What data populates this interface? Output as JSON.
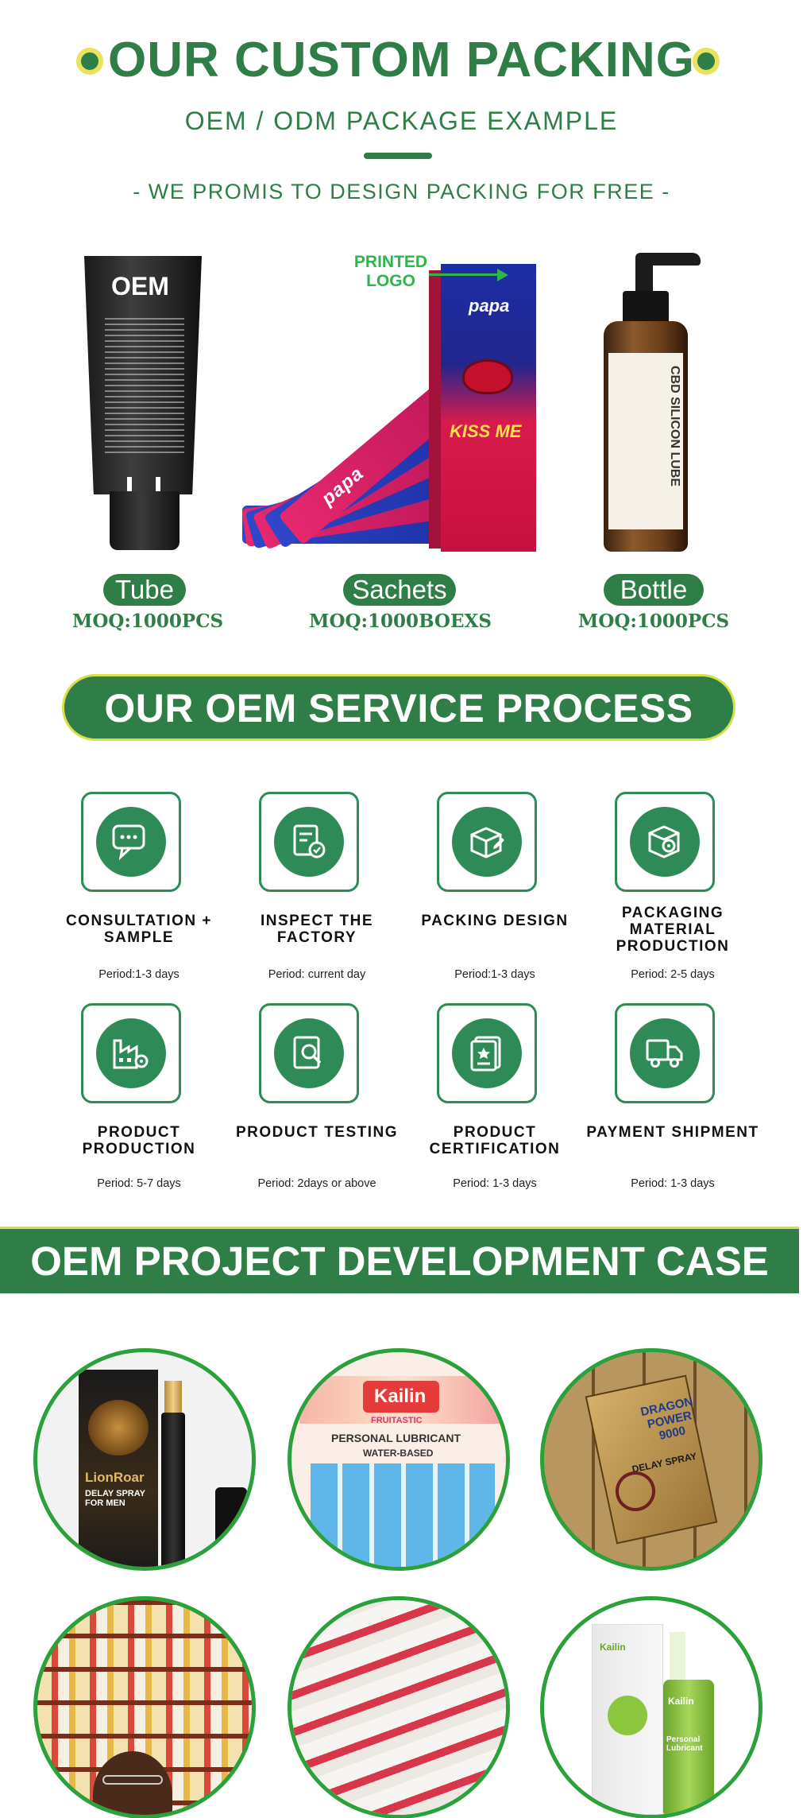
{
  "header": {
    "title": "OUR CUSTOM PACKING",
    "subtitle": "OEM / ODM PACKAGE EXAMPLE",
    "promise": "- WE PROMIS TO DESIGN PACKING FOR FREE -"
  },
  "products": [
    {
      "name": "Tube",
      "moq": "MOQ:1000PCS",
      "print": "OEM"
    },
    {
      "name": "Sachets",
      "moq": "MOQ:1000BOEXS",
      "callout": "PRINTED LOGO",
      "brand": "papa",
      "box_text": "KISS ME"
    },
    {
      "name": "Bottle",
      "moq": "MOQ:1000PCS",
      "label": "CBD SILICON LUBE"
    }
  ],
  "process": {
    "title": "OUR OEM SERVICE PROCESS",
    "steps": [
      {
        "title": "CONSULTATION + SAMPLE",
        "period": "Period:1-3 days",
        "icon": "chat-icon"
      },
      {
        "title": "INSPECT THE FACTORY",
        "period": "Period: current day",
        "icon": "inspect-document-icon"
      },
      {
        "title": "PACKING DESIGN",
        "period": "Period:1-3 days",
        "icon": "box-edit-icon"
      },
      {
        "title": "PACKAGING MATERIAL PRODUCTION",
        "period": "Period: 2-5 days",
        "icon": "box-gear-icon"
      },
      {
        "title": "PRODUCT PRODUCTION",
        "period": "Period: 5-7 days",
        "icon": "factory-icon"
      },
      {
        "title": "PRODUCT TESTING",
        "period": "Period: 2days or above",
        "icon": "magnifier-document-icon"
      },
      {
        "title": "PRODUCT CERTIFICATION",
        "period": "Period: 1-3 days",
        "icon": "certificate-icon"
      },
      {
        "title": "PAYMENT SHIPMENT",
        "period": "Period: 1-3 days",
        "icon": "truck-icon"
      }
    ]
  },
  "cases": {
    "title": "OEM PROJECT DEVELOPMENT CASE",
    "items": [
      {
        "brand": "LionRoar",
        "text": "DELAY SPRAY FOR MEN"
      },
      {
        "brand": "Kailin",
        "text": "PERSONAL LUBRICANT",
        "sub": "WATER-BASED",
        "tag": "FRUITASTIC"
      },
      {
        "brand": "DRAGON POWER 9000",
        "text": "DELAY SPRAY"
      },
      {
        "brand": "",
        "text": ""
      },
      {
        "brand": "",
        "text": ""
      },
      {
        "brand": "Kailin",
        "text": "Personal Lubricant"
      }
    ]
  }
}
